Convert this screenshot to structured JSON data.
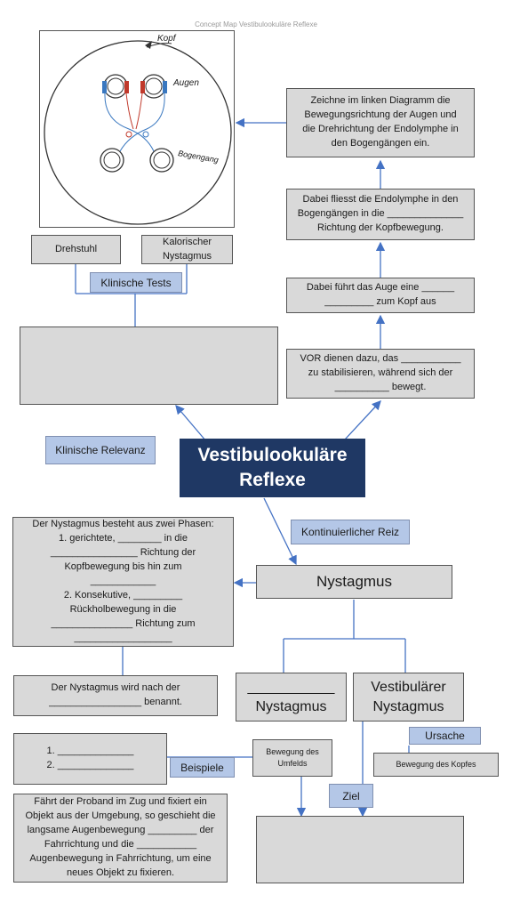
{
  "page_title": "Concept Map Vestibulookuläre Reflexe",
  "diagram_labels": {
    "kopf": "Kopf",
    "augen": "Augen",
    "bogengang": "Bogengang"
  },
  "center": {
    "line1": "Vestibulookuläre",
    "line2": "Reflexe"
  },
  "right_chain": {
    "box1": [
      "Zeichne im linken Diagramm die",
      "Bewegungsrichtung der Augen und",
      "die Drehrichtung der Endolymphe in",
      "den Bogengängen ein."
    ],
    "box2": [
      "Dabei fliesst die Endolymphe in den",
      "Bogengängen in die ______________",
      "Richtung der Kopfbewegung."
    ],
    "box3": [
      "Dabei führt das Auge eine ______",
      "_________ zum Kopf aus"
    ],
    "box4": [
      "VOR dienen dazu, das ___________",
      "zu stabilisieren, während sich der",
      "__________ bewegt."
    ]
  },
  "clinical": {
    "drehstuhl": "Drehstuhl",
    "kalorisch": [
      "Kalorischer",
      "Nystagmus"
    ],
    "tests_label": "Klinische Tests",
    "relevanz_label": "Klinische Relevanz"
  },
  "nystagmus": {
    "reiz_label": "Kontinuierlicher Reiz",
    "main": "Nystagmus",
    "phases": [
      "Der Nystagmus besteht aus zwei Phasen:",
      "1.   gerichtete, ________ in die",
      "________________ Richtung der",
      "Kopfbewegung bis hin zum",
      "____________",
      "2.   Konsekutive, _________",
      "Rückholbewegung in die",
      "_______________ Richtung zum",
      "__________________"
    ],
    "benannt": [
      "Der Nystagmus wird nach der",
      "_________________ benannt."
    ],
    "blank_type": [
      "___________",
      "Nystagmus"
    ],
    "vestibular": [
      "Vestibulärer",
      "Nystagmus"
    ],
    "ursache_label": "Ursache",
    "umfeld": [
      "Bewegung des",
      "Umfelds"
    ],
    "kopf_bewegung": "Bewegung des Kopfes",
    "ziel_label": "Ziel",
    "beispiele_label": "Beispiele",
    "example_items": [
      "1.  ______________",
      "2.  ______________"
    ],
    "zug": [
      "Fährt der Proband im Zug und fixiert ein",
      "Objekt aus der Umgebung, so geschieht die",
      "langsame Augenbewegung _________ der",
      "Fahrrichtung und die ___________",
      "Augenbewegung in Fahrrichtung, um eine",
      "neues Objekt zu fixieren."
    ]
  }
}
